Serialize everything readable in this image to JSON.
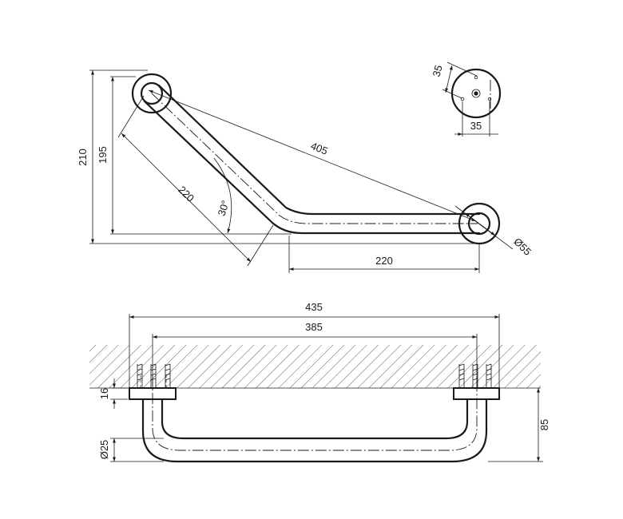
{
  "plan_view": {
    "dim_total_height": "210",
    "dim_height": "195",
    "dim_angled_leg": "220",
    "dim_angle": "30°",
    "dim_diagonal": "405",
    "dim_horizontal_leg": "220",
    "dim_flange_diameter": "Ø55"
  },
  "flange_detail": {
    "dim_hole_vertical": "35",
    "dim_hole_horizontal": "35"
  },
  "front_view": {
    "dim_overall_length": "435",
    "dim_center_distance": "385",
    "dim_flange_thickness": "16",
    "dim_tube_diameter": "Ø25",
    "dim_projection": "85"
  }
}
